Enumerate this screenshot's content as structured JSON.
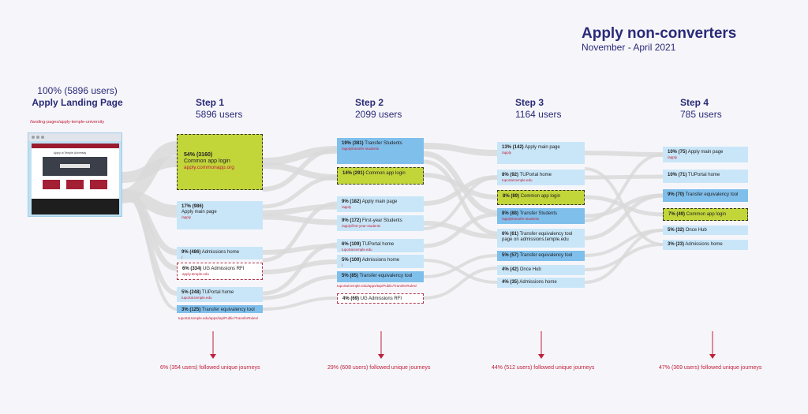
{
  "header": {
    "title": "Apply non-converters",
    "subtitle": "November - April 2021"
  },
  "landing": {
    "pct": "100% (5896 users)",
    "title": "Apply Landing Page",
    "url": "/landing-pages/apply-temple-university",
    "thumb_title": "Apply to Temple University"
  },
  "colors": {
    "title": "#2a2a78",
    "accent_red": "#c0203a",
    "node_light": "#c9e6f8",
    "node_blue": "#7fbfec",
    "node_green": "#c2d63a",
    "flow": "#d9d9d9"
  },
  "steps": [
    {
      "title": "Step 1",
      "users": "5896 users",
      "journeys": "6% (354 users) followed unique journeys",
      "nodes": [
        {
          "pct": "54% (3160)",
          "label": "Common app login",
          "url": "apply.commonapp.org",
          "style": "green"
        },
        {
          "pct": "17% (986)",
          "label": "Apply main page",
          "url": "/apply",
          "style": "light"
        },
        {
          "pct": "9% (486)",
          "label": "Admissions home",
          "url": "/",
          "style": "light"
        },
        {
          "pct": "6% (334)",
          "label": "UG Admissions RFI",
          "url": "apply.temple.edu",
          "style": "red"
        },
        {
          "pct": "5% (248)",
          "label": "TUPortal home",
          "url": "tuportal.temple.edu",
          "style": "light"
        },
        {
          "pct": "3% (125)",
          "label": "Transfer equivalency tool",
          "url": "",
          "style": "blue"
        }
      ],
      "under_url": "tuportal.temple.edu/apps/tap/Public/TransferRules/"
    },
    {
      "title": "Step 2",
      "users": "2099 users",
      "journeys": "29% (608 users) followed unique journeys",
      "nodes": [
        {
          "pct": "19% (381)",
          "label": "Transfer Students",
          "url": "/apply/transfer-students",
          "style": "blue"
        },
        {
          "pct": "14% (291)",
          "label": "Common app login",
          "url": "",
          "style": "green"
        },
        {
          "pct": "9% (182)",
          "label": "Apply main page",
          "url": "/apply",
          "style": "light"
        },
        {
          "pct": "9% (172)",
          "label": "First-year Students",
          "url": "/apply/first-year-students",
          "style": "light"
        },
        {
          "pct": "6% (109)",
          "label": "TUPortal home",
          "url": "tuportal.temple.edu",
          "style": "light"
        },
        {
          "pct": "5% (100)",
          "label": "Admissions home",
          "url": "/",
          "style": "light"
        },
        {
          "pct": "5% (85)",
          "label": "Transfer equivalency tool",
          "url": "",
          "style": "blue"
        },
        {
          "pct": "4% (69)",
          "label": "UG Admissions RFI",
          "url": "",
          "style": "red"
        }
      ],
      "under_url": "tuportal.temple.edu/apps/tap/Public/TransferRules/"
    },
    {
      "title": "Step 3",
      "users": "1164 users",
      "journeys": "44% (512 users) followed unique journeys",
      "nodes": [
        {
          "pct": "13% (142)",
          "label": "Apply main page",
          "url": "/apply",
          "style": "light"
        },
        {
          "pct": "8% (92)",
          "label": "TUPortal home",
          "url": "tuportal.temple.edu",
          "style": "light"
        },
        {
          "pct": "8% (89)",
          "label": "Common app login",
          "url": "",
          "style": "green"
        },
        {
          "pct": "8% (88)",
          "label": "Transfer Students",
          "url": "/apply/transfer-students",
          "style": "blue"
        },
        {
          "pct": "6% (61)",
          "label": "Transfer equivalency tool",
          "label2": "page on admissions.temple.edu",
          "url": "",
          "style": "light"
        },
        {
          "pct": "5% (57)",
          "label": "Transfer equivalency tool",
          "url": "",
          "style": "blue"
        },
        {
          "pct": "4% (42)",
          "label": "Once Hub",
          "url": "",
          "style": "light"
        },
        {
          "pct": "4% (35)",
          "label": "Admissions home",
          "url": "",
          "style": "light"
        }
      ]
    },
    {
      "title": "Step 4",
      "users": "785 users",
      "journeys": "47% (369 users) followed unique journeys",
      "nodes": [
        {
          "pct": "10% (75)",
          "label": "Apply main page",
          "url": "/apply",
          "style": "light"
        },
        {
          "pct": "10% (71)",
          "label": "TUPortal home",
          "url": "",
          "style": "light"
        },
        {
          "pct": "9% (70)",
          "label": "Transfer equivalency tool",
          "url": "",
          "style": "blue"
        },
        {
          "pct": "7% (49)",
          "label": "Common app login",
          "url": "",
          "style": "green"
        },
        {
          "pct": "5% (32)",
          "label": "Once Hub",
          "url": "",
          "style": "light"
        },
        {
          "pct": "3% (23)",
          "label": "Admissions home",
          "url": "",
          "style": "light"
        }
      ]
    }
  ]
}
